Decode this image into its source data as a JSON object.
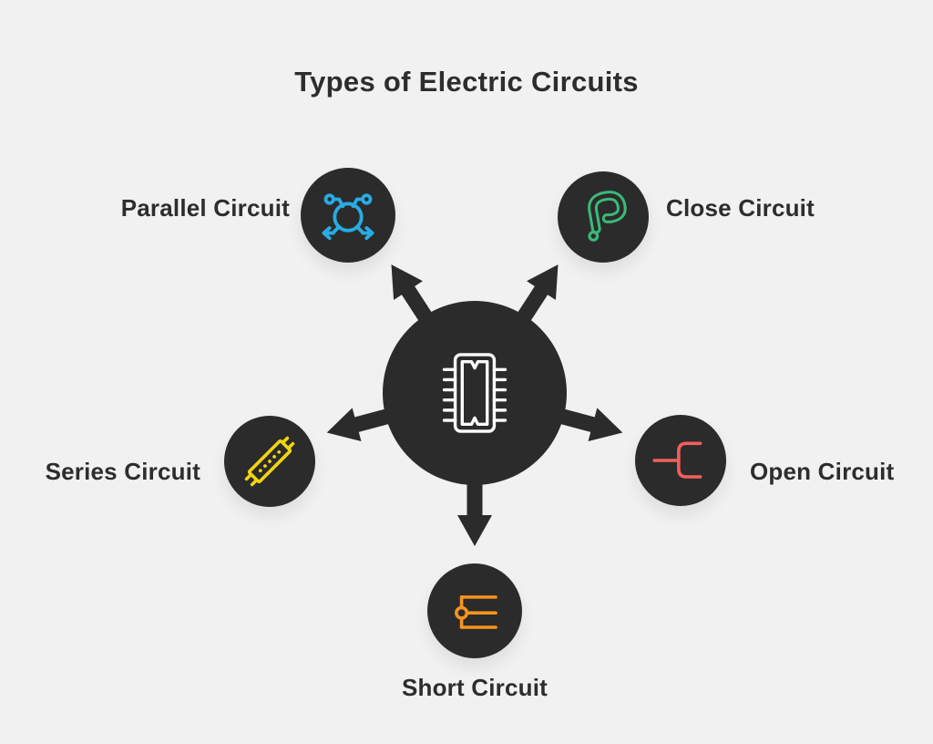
{
  "title": "Types of Electric Circuits",
  "colors": {
    "bg": "#f1f1f2",
    "dark": "#2b2b2b",
    "text": "#2d2d2d",
    "parallel": "#29abe2",
    "close": "#3bb878",
    "series": "#f2d50f",
    "open": "#f15f5c",
    "short": "#f7941e",
    "chip": "#fafafa"
  },
  "center": {
    "icon": "microchip-icon"
  },
  "nodes": [
    {
      "id": "parallel",
      "label": "Parallel Circuit",
      "icon": "parallel-circuit-icon",
      "color": "#29abe2",
      "position": "top-left"
    },
    {
      "id": "close",
      "label": "Close Circuit",
      "icon": "closed-loop-icon",
      "color": "#3bb878",
      "position": "top-right"
    },
    {
      "id": "series",
      "label": "Series Circuit",
      "icon": "series-component-icon",
      "color": "#f2d50f",
      "position": "left"
    },
    {
      "id": "open",
      "label": "Open Circuit",
      "icon": "open-connector-icon",
      "color": "#f15f5c",
      "position": "right"
    },
    {
      "id": "short",
      "label": "Short Circuit",
      "icon": "short-lines-icon",
      "color": "#f7941e",
      "position": "bottom"
    }
  ]
}
